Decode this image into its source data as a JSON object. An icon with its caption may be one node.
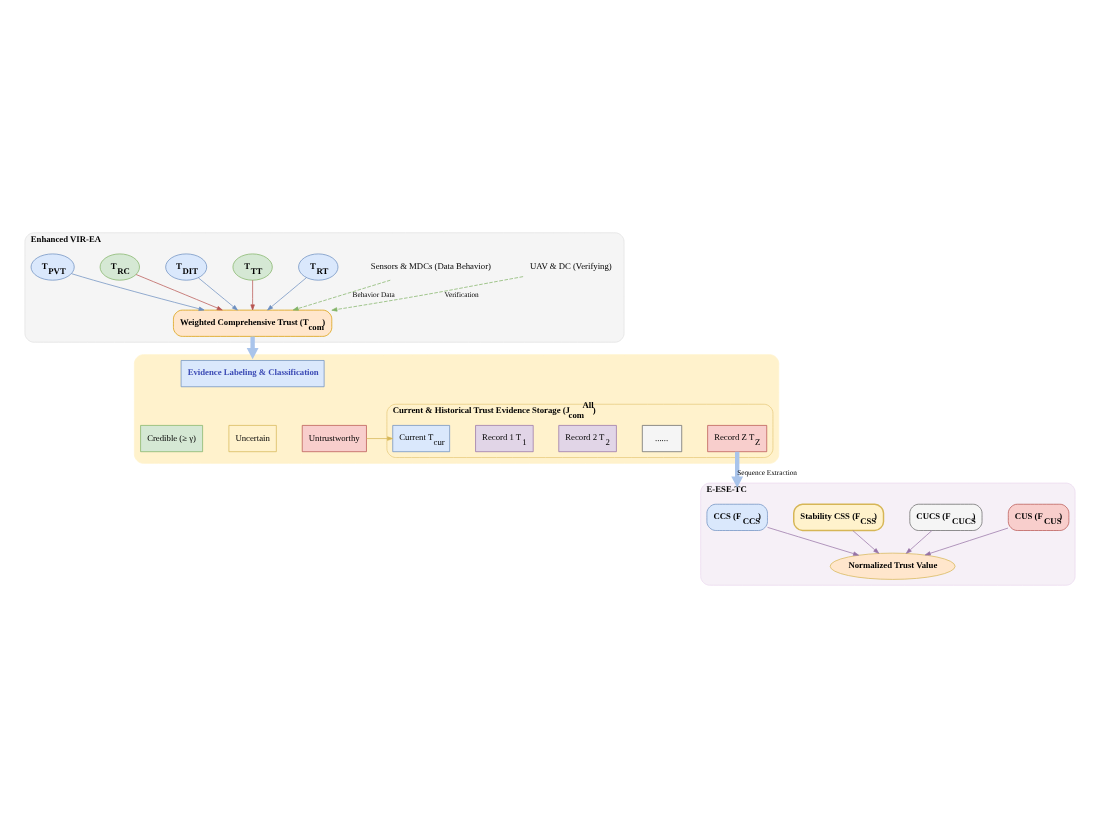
{
  "diagram": {
    "nodes": [
      {
        "text": [
          "Enhanced VIR-EA"
        ]
      },
      {
        "text": [
          "T$_{PVT}$"
        ],
        "in": 0
      },
      {
        "text": [
          "T$_{RC}$"
        ],
        "in": 0
      },
      {
        "text": [
          "T$_{DIT}$"
        ],
        "in": 0
      },
      {
        "text": [
          "T$_{TT}$"
        ],
        "in": 0
      },
      {
        "text": [
          "T$_{RT}$"
        ],
        "in": 0
      },
      {
        "text": [
          "Weighted Comprehensive Trust (T$_{com}$)"
        ],
        "in": 0
      },
      {
        "text": [
          "Sensors & MDCs (Data Behavior)"
        ],
        "in": 0
      },
      {
        "text": [
          "UAV & DC (Verifying)"
        ],
        "in": 0
      },
      {
        "text": [],
        "shape": "box"
      },
      {
        "text": [
          "Evidence Labeling & Classification"
        ],
        "in": 9
      },
      {
        "text": [
          "Credible (≥ γ)"
        ],
        "in": 9
      },
      {
        "text": [
          "Uncertain"
        ],
        "in": 9
      },
      {
        "text": [
          "Untrustworthy"
        ],
        "in": 9
      },
      {
        "text": [
          "Current & Historical Trust Evidence Storage (J$_{com}$$^{All}$)"
        ],
        "in": 9
      },
      {
        "text": [
          "Current T$_{cur}$"
        ],
        "in": 14
      },
      {
        "text": [
          "Record 1 T$_{1}$"
        ],
        "in": 14
      },
      {
        "text": [
          "Record 2 T$_{2}$"
        ],
        "in": 14
      },
      {
        "text": [
          "......"
        ],
        "in": 14
      },
      {
        "text": [
          "Record Z T$_{Z}$"
        ],
        "in": 14
      },
      {
        "text": [
          "E-ESE-TC"
        ]
      },
      {
        "text": [
          "CCS (F$_{CCS}$)"
        ],
        "in": 20
      },
      {
        "text": [
          "Stability CSS (F$_{CSS}$)"
        ],
        "in": 20
      },
      {
        "text": [
          "CUCS (F$_{CUCS}$)"
        ],
        "in": 20
      },
      {
        "text": [
          "CUS (F$_{CUS}$)"
        ],
        "in": 20
      },
      {
        "text": [
          "Normalized Trust Value"
        ],
        "in": 20
      }
    ],
    "edges": [
      {
        "from": 1,
        "to": 6,
        "arrow": "to",
        "color": "#6c8ebf"
      },
      {
        "from": 2,
        "to": 6,
        "arrow": "to",
        "color": "#b85450"
      },
      {
        "from": 3,
        "to": 6,
        "arrow": "to",
        "color": "#6c8ebf"
      },
      {
        "from": 4,
        "to": 6,
        "arrow": "to",
        "color": "#b85450"
      },
      {
        "from": 5,
        "to": 6,
        "arrow": "to",
        "color": "#6c8ebf"
      },
      {
        "from": 7,
        "to": 6,
        "arrow": "to",
        "label": "Behavior Data",
        "style": "dashed",
        "color": "#82b366"
      },
      {
        "from": 8,
        "to": 6,
        "arrow": "to",
        "label": "Verification",
        "style": "dashed",
        "color": "#82b366"
      },
      {
        "from": 6,
        "to": 9,
        "arrow": "to",
        "style": "thick",
        "color": "#a9c4eb"
      },
      {
        "from": 13,
        "to": 15,
        "arrow": "to",
        "color": "#d6b656"
      },
      {
        "from": 19,
        "to": 20,
        "arrow": "to",
        "label": "Sequence Extraction",
        "style": "thick",
        "color": "#a9c4eb"
      },
      {
        "from": 21,
        "to": 25,
        "arrow": "to"
      },
      {
        "from": 22,
        "to": 25,
        "arrow": "to"
      },
      {
        "from": 23,
        "to": 25,
        "arrow": "to"
      },
      {
        "from": 24,
        "to": 25,
        "arrow": "to"
      }
    ]
  }
}
